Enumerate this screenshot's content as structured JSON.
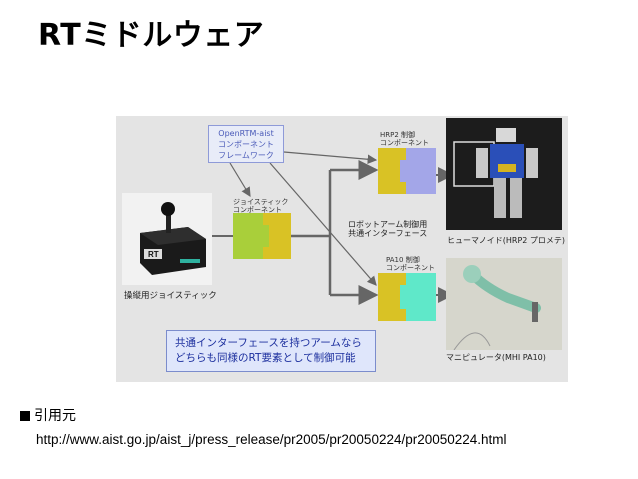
{
  "slide": {
    "title": "RTミドルウェア",
    "bullet_label": "引用元",
    "url": "http://www.aist.go.jp/aist_j/press_release/pr2005/pr20050224/pr20050224.html"
  },
  "diagram": {
    "framework_label_1": "OpenRTM-aist",
    "framework_label_2": "コンポーネント",
    "framework_label_3": "フレームワーク",
    "joystick_comp_1": "ジョイスティック",
    "joystick_comp_2": "コンポーネント",
    "hrp2_comp_1": "HRP2 制御",
    "hrp2_comp_2": "コンポーネント",
    "pa10_comp_1": "PA10 制御",
    "pa10_comp_2": "コンポーネント",
    "interface_1": "ロボットアーム制御用",
    "interface_2": "共通インターフェース",
    "joystick_caption": "操縦用ジョイスティック",
    "humanoid_caption": "ヒューマノイド(HRP2 プロメテ)",
    "manipulator_caption": "マニピュレータ(MHI PA10)",
    "note_1": "共通インターフェースを持つアームなら",
    "note_2": "どちらも同様のRT要素として制御可能",
    "joystick_sticker": "RT",
    "colors": {
      "joystick_block": "#a9cf3a",
      "component_yellow": "#d9c225",
      "hrp2_block": "#a3a6e8",
      "pa10_block": "#5fe8c9",
      "arrow": "#666666"
    }
  }
}
